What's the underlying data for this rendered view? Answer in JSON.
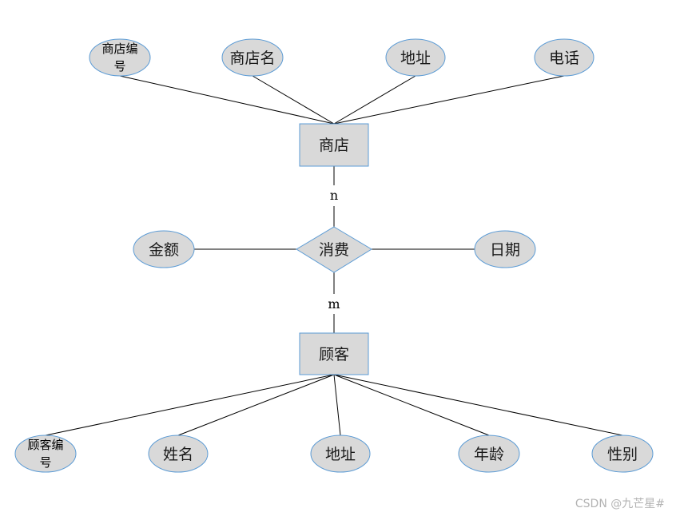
{
  "diagram": {
    "type": "er-diagram",
    "colors": {
      "node_fill": "#d9d9d9",
      "node_stroke": "#5b9bd5",
      "edge": "#000000",
      "watermark": "#b3b3b3"
    },
    "entities": {
      "shop": {
        "label": "商店"
      },
      "customer": {
        "label": "顾客"
      }
    },
    "relationship": {
      "label": "消费",
      "cardinality_shop": "n",
      "cardinality_customer": "m"
    },
    "shop_attributes": {
      "shop_id_line1": "商店编",
      "shop_id_line2": "号",
      "shop_name": "商店名",
      "address": "地址",
      "phone": "电话"
    },
    "relationship_attributes": {
      "amount": "金额",
      "date": "日期"
    },
    "customer_attributes": {
      "customer_id_line1": "顾客编",
      "customer_id_line2": "号",
      "name": "姓名",
      "address": "地址",
      "age": "年龄",
      "gender": "性别"
    }
  },
  "watermark": "CSDN @九芒星#"
}
